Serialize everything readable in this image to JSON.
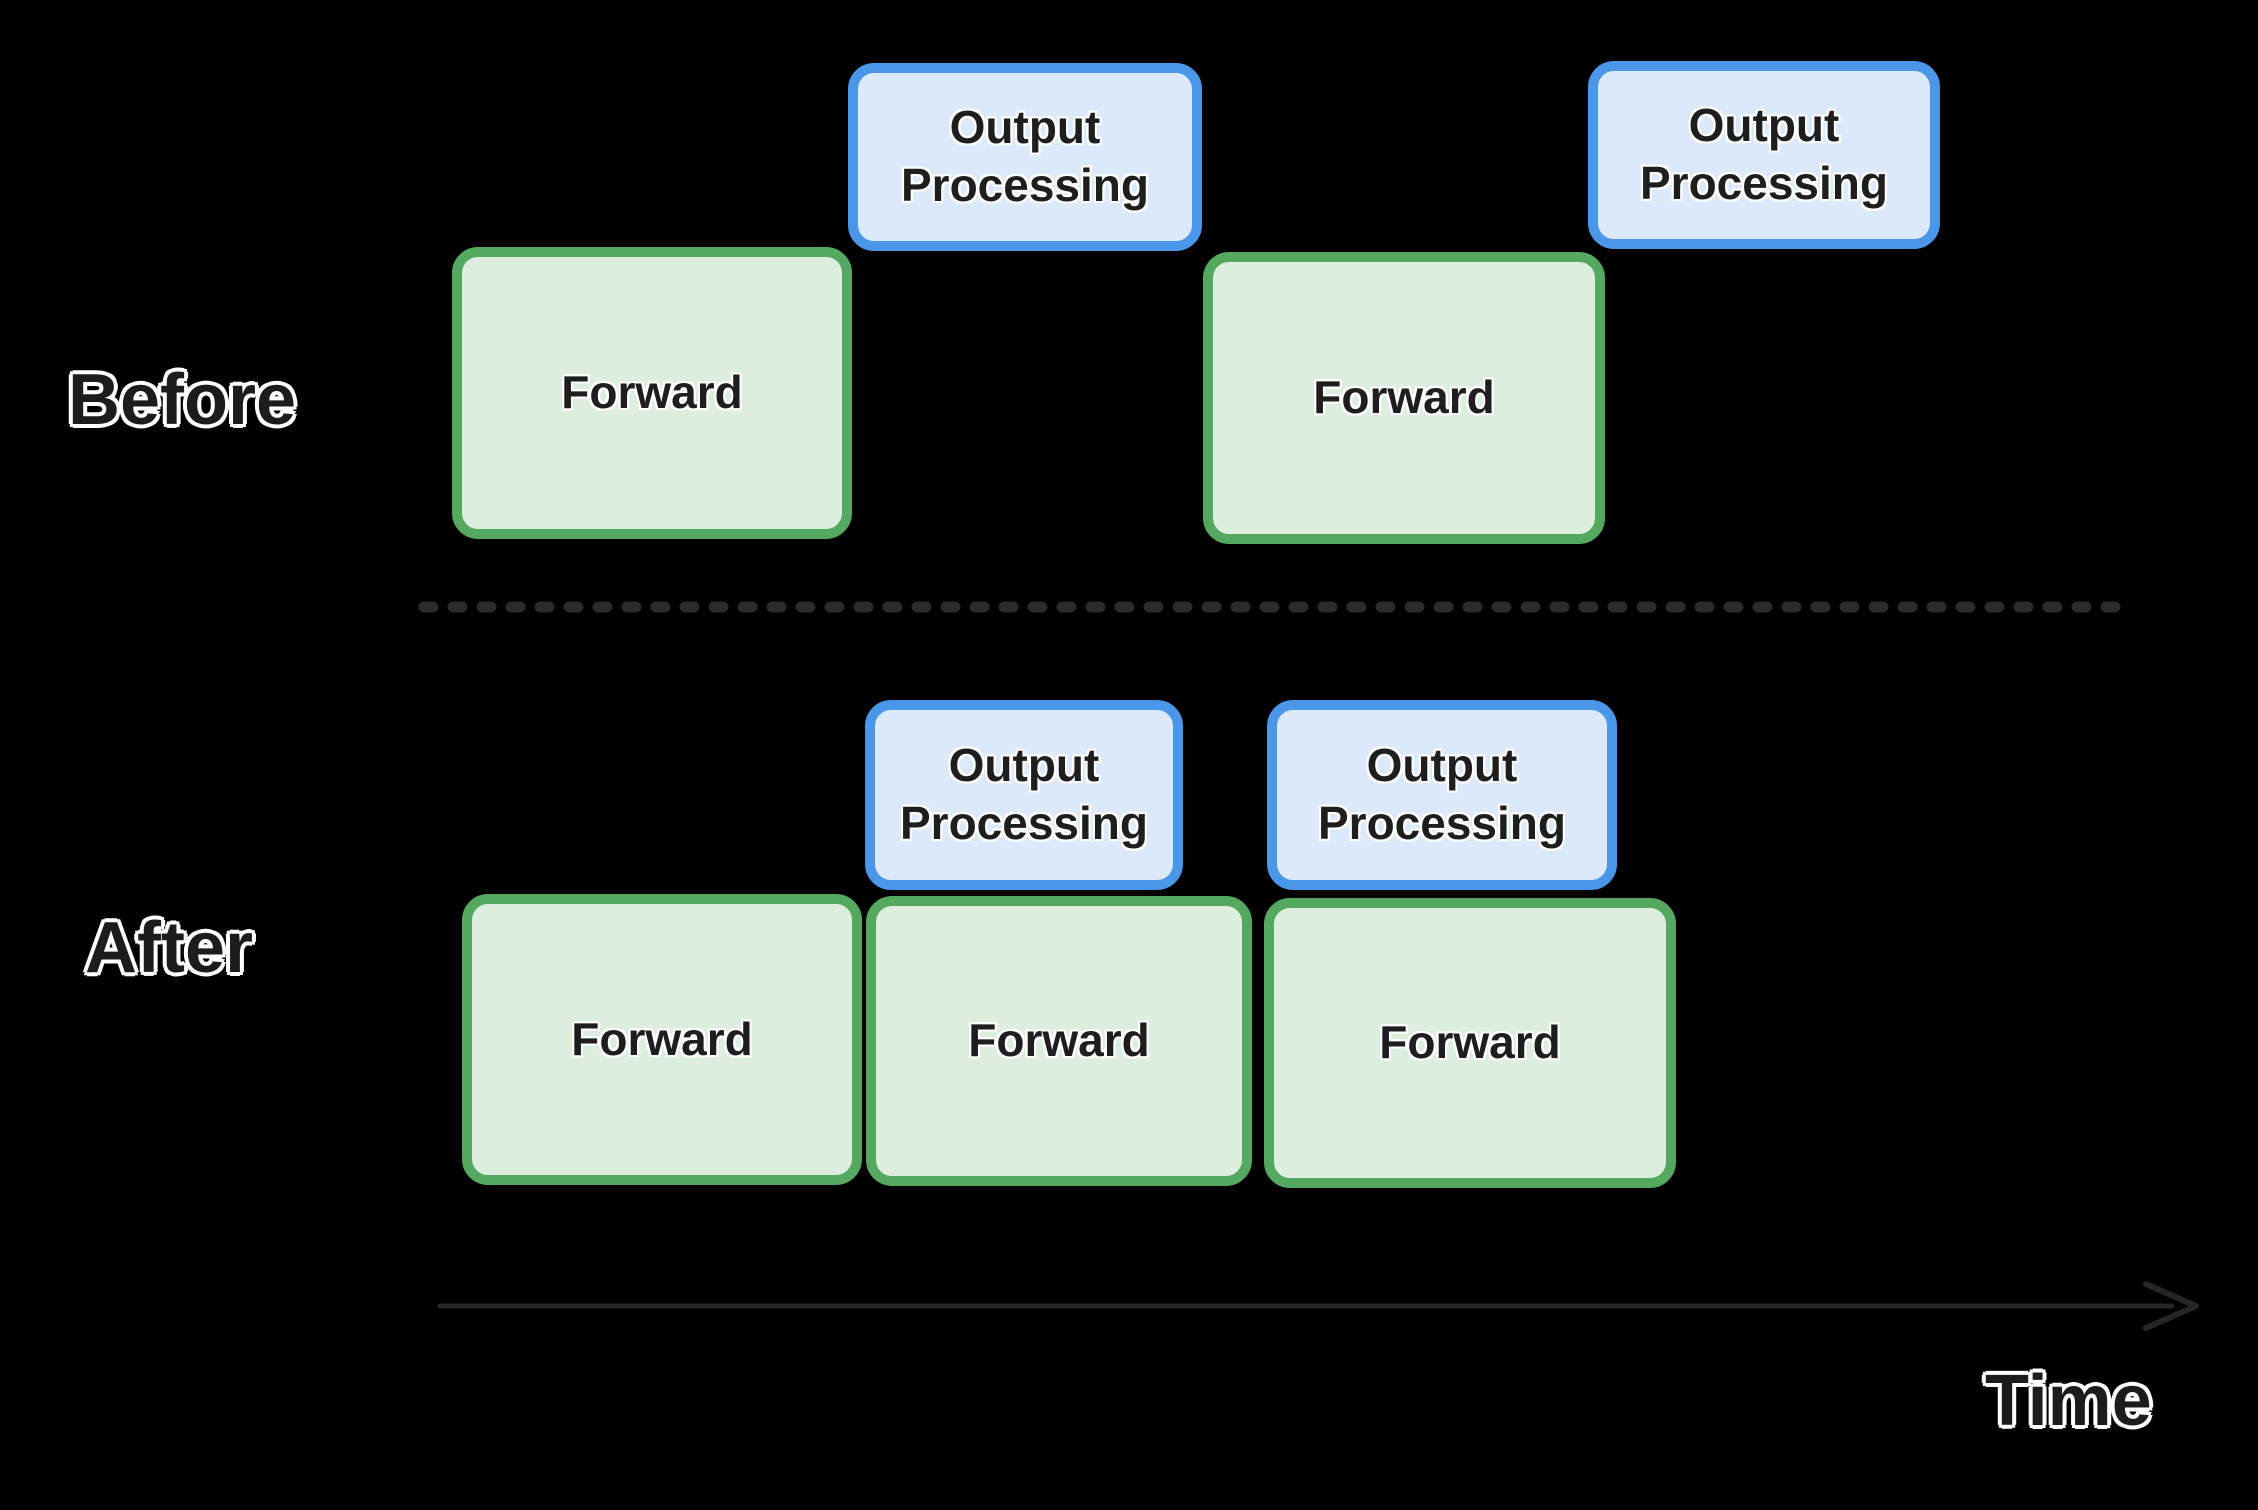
{
  "diagram": {
    "rows": {
      "before": {
        "label": "Before",
        "boxes": [
          {
            "kind": "forward",
            "label": "Forward"
          },
          {
            "kind": "output-processing",
            "label": "Output Processing"
          },
          {
            "kind": "forward",
            "label": "Forward"
          },
          {
            "kind": "output-processing",
            "label": "Output Processing"
          }
        ]
      },
      "after": {
        "label": "After",
        "boxes": [
          {
            "kind": "output-processing",
            "label": "Output Processing"
          },
          {
            "kind": "output-processing",
            "label": "Output Processing"
          },
          {
            "kind": "forward",
            "label": "Forward"
          },
          {
            "kind": "forward",
            "label": "Forward"
          },
          {
            "kind": "forward",
            "label": "Forward"
          }
        ]
      }
    },
    "time_axis": {
      "label": "Time"
    },
    "colors": {
      "background": "#000000",
      "forward_fill": "#deeede",
      "forward_border": "#55a85f",
      "output_fill": "#dce9fa",
      "output_border": "#4a96e8",
      "divider": "#2b2b2b",
      "axis": "#262626",
      "box_text": "#1e1e1e"
    }
  }
}
